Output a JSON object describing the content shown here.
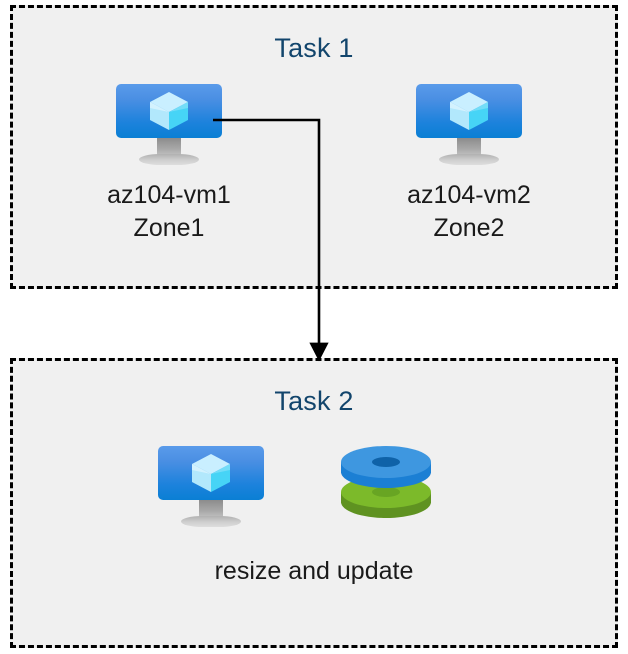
{
  "diagram": {
    "title": "Azure VM zones and resize task flow",
    "background_color": "#ffffff",
    "box_fill_color": "#f0f0f0",
    "box_border_color": "#000000",
    "title_color": "#12456c",
    "label_color": "#1a1a1a"
  },
  "tasks": [
    {
      "id": "task-1",
      "title": "Task 1",
      "nodes": [
        {
          "id": "vm1",
          "icon": "azure-virtual-machine-icon",
          "label": "az104-vm1\nZone1",
          "name_line": "az104-vm1",
          "zone_line": "Zone1"
        },
        {
          "id": "vm2",
          "icon": "azure-virtual-machine-icon",
          "label": "az104-vm2\nZone2",
          "name_line": "az104-vm2",
          "zone_line": "Zone2"
        }
      ]
    },
    {
      "id": "task-2",
      "title": "Task 2",
      "nodes": [
        {
          "id": "vm-resize",
          "icon": "azure-virtual-machine-icon",
          "label": ""
        },
        {
          "id": "disks",
          "icon": "azure-disks-icon",
          "label": ""
        }
      ],
      "caption": "resize and update"
    }
  ],
  "connector": {
    "id": "vm1-to-task2",
    "from": "vm1",
    "to": "task-2",
    "style": "elbow-arrow",
    "color": "#000000",
    "arrowhead": "filled-triangle"
  },
  "colors": {
    "vm_screen_top": "#5a9bea",
    "vm_screen_bottom": "#0a7fd4",
    "vm_cube_light": "#c9efff",
    "vm_cube_mid": "#9ae3fb",
    "vm_cube_cyan": "#3fd3f5",
    "vm_stand_gray": "#b9b9b9",
    "disk_blue_top": "#3e97e0",
    "disk_blue_side": "#1b7fd4",
    "disk_blue_hole": "#0f62a8",
    "disk_green_top": "#7cba2a",
    "disk_green_side": "#5f9221",
    "disk_green_hole": "#6aa524"
  }
}
